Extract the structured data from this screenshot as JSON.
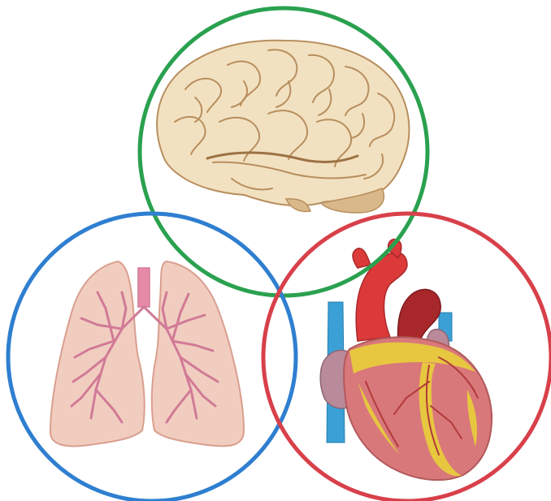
{
  "diagram": {
    "organs": [
      {
        "name": "brain",
        "ring_color": "#2aa14f"
      },
      {
        "name": "lungs",
        "ring_color": "#2f7fd0"
      },
      {
        "name": "heart",
        "ring_color": "#d8404a"
      }
    ],
    "colors": {
      "brain_fill": "#f2e1c0",
      "brain_shade": "#d9b98a",
      "brain_line": "#b88e5e",
      "lung_fill": "#f1cbbd",
      "lung_edge": "#d79a8a",
      "bronchi": "#d17a96",
      "trachea": "#e68aa8",
      "heart_red": "#dc3a3a",
      "heart_dark": "#a8272b",
      "heart_body": "#d9787a",
      "heart_fat": "#e8cf3a",
      "vessel_blue": "#3aa0d6",
      "atrium": "#b98a9a"
    }
  }
}
